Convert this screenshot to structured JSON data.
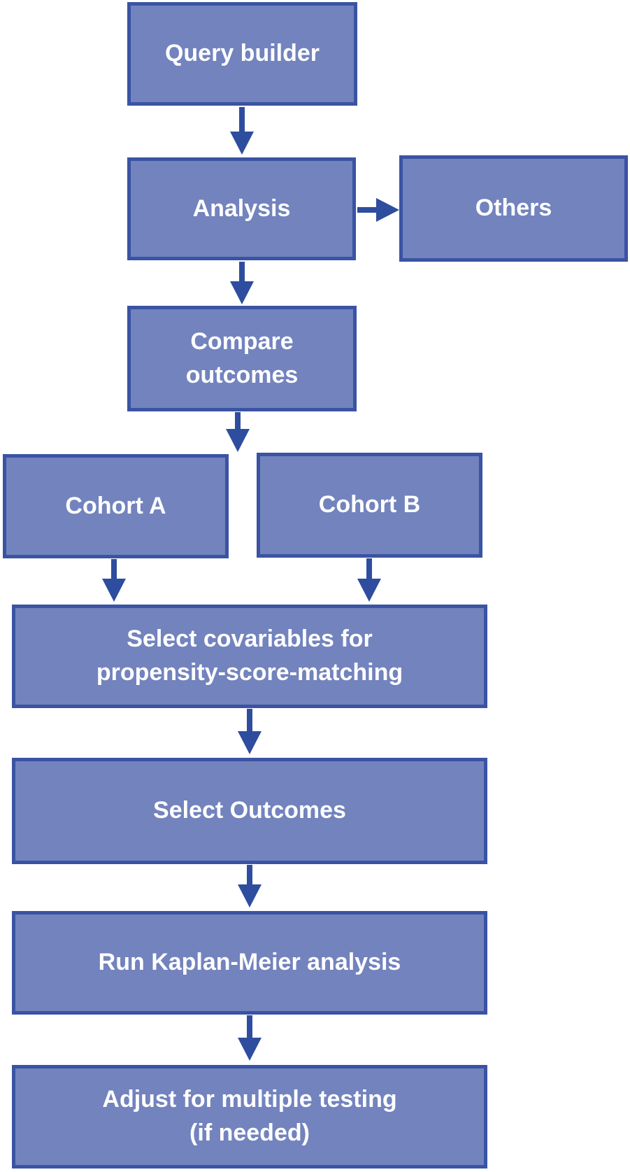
{
  "diagram": {
    "type": "flowchart",
    "colors": {
      "box_fill": "#7283BE",
      "box_border": "#3A53A3",
      "arrow": "#2E4D9E",
      "text": "#FFFFFF"
    },
    "nodes": [
      {
        "id": "query-builder",
        "label": "Query builder"
      },
      {
        "id": "analysis",
        "label": "Analysis"
      },
      {
        "id": "others",
        "label": "Others"
      },
      {
        "id": "compare-outcomes",
        "label": "Compare\noutcomes"
      },
      {
        "id": "cohort-a",
        "label": "Cohort A"
      },
      {
        "id": "cohort-b",
        "label": "Cohort B"
      },
      {
        "id": "select-covariables",
        "label": "Select covariables for\npropensity-score-matching"
      },
      {
        "id": "select-outcomes",
        "label": "Select Outcomes"
      },
      {
        "id": "run-kaplan-meier",
        "label": "Run Kaplan-Meier analysis"
      },
      {
        "id": "adjust-multiple-testing",
        "label": "Adjust for multiple testing\n(if needed)"
      }
    ],
    "edges": [
      {
        "from": "query-builder",
        "to": "analysis"
      },
      {
        "from": "analysis",
        "to": "others"
      },
      {
        "from": "analysis",
        "to": "compare-outcomes"
      },
      {
        "from": "compare-outcomes",
        "to": "cohort-a"
      },
      {
        "from": "compare-outcomes",
        "to": "cohort-b"
      },
      {
        "from": "cohort-a",
        "to": "select-covariables"
      },
      {
        "from": "cohort-b",
        "to": "select-covariables"
      },
      {
        "from": "select-covariables",
        "to": "select-outcomes"
      },
      {
        "from": "select-outcomes",
        "to": "run-kaplan-meier"
      },
      {
        "from": "run-kaplan-meier",
        "to": "adjust-multiple-testing"
      }
    ]
  }
}
